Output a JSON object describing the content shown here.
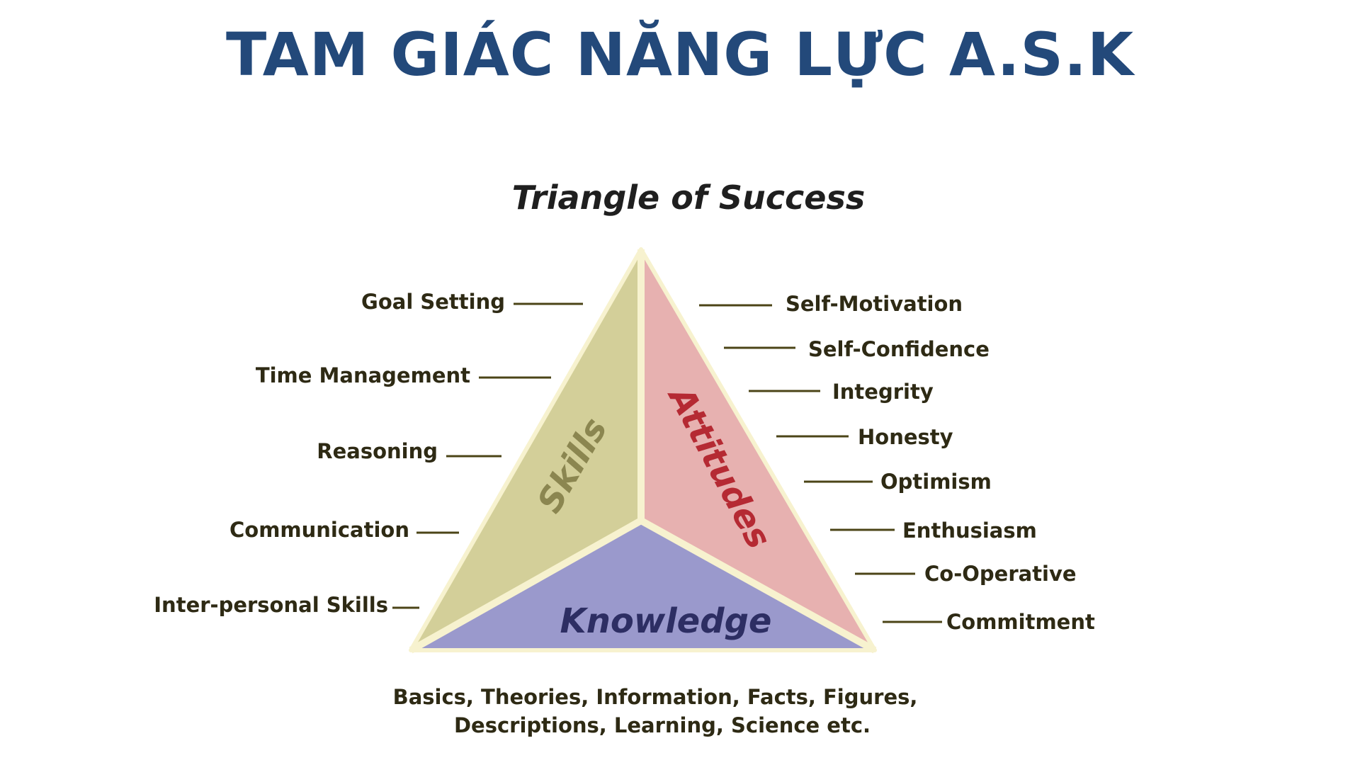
{
  "page_title": "TAM GIÁC NĂNG LỰC A.S.K",
  "diagram": {
    "title": "Triangle of Success",
    "faces": {
      "skills": {
        "label": "Skills",
        "fill": "#d3cf99",
        "text_color": "#8b8650"
      },
      "attitudes": {
        "label": "Attitudes",
        "fill": "#e7b1b0",
        "text_color": "#b52a33"
      },
      "knowledge": {
        "label": "Knowledge",
        "fill": "#9a99cc",
        "text_color": "#2d2e63"
      }
    },
    "edge_color": "#f7f2cf",
    "skills_items": [
      "Goal Setting",
      "Time Management",
      "Reasoning",
      "Communication",
      "Inter-personal Skills"
    ],
    "attitude_items": [
      "Self-Motivation",
      "Self-Confidence",
      "Integrity",
      "Honesty",
      "Optimism",
      "Enthusiasm",
      "Co-Operative",
      "Commitment"
    ],
    "knowledge_items": [
      "Basics, Theories, Information, Facts, Figures,",
      "Descriptions, Learning, Science etc."
    ]
  },
  "colors": {
    "title": "#23497a",
    "label_text": "#2e2a14",
    "leader_line": "#4b4417"
  }
}
